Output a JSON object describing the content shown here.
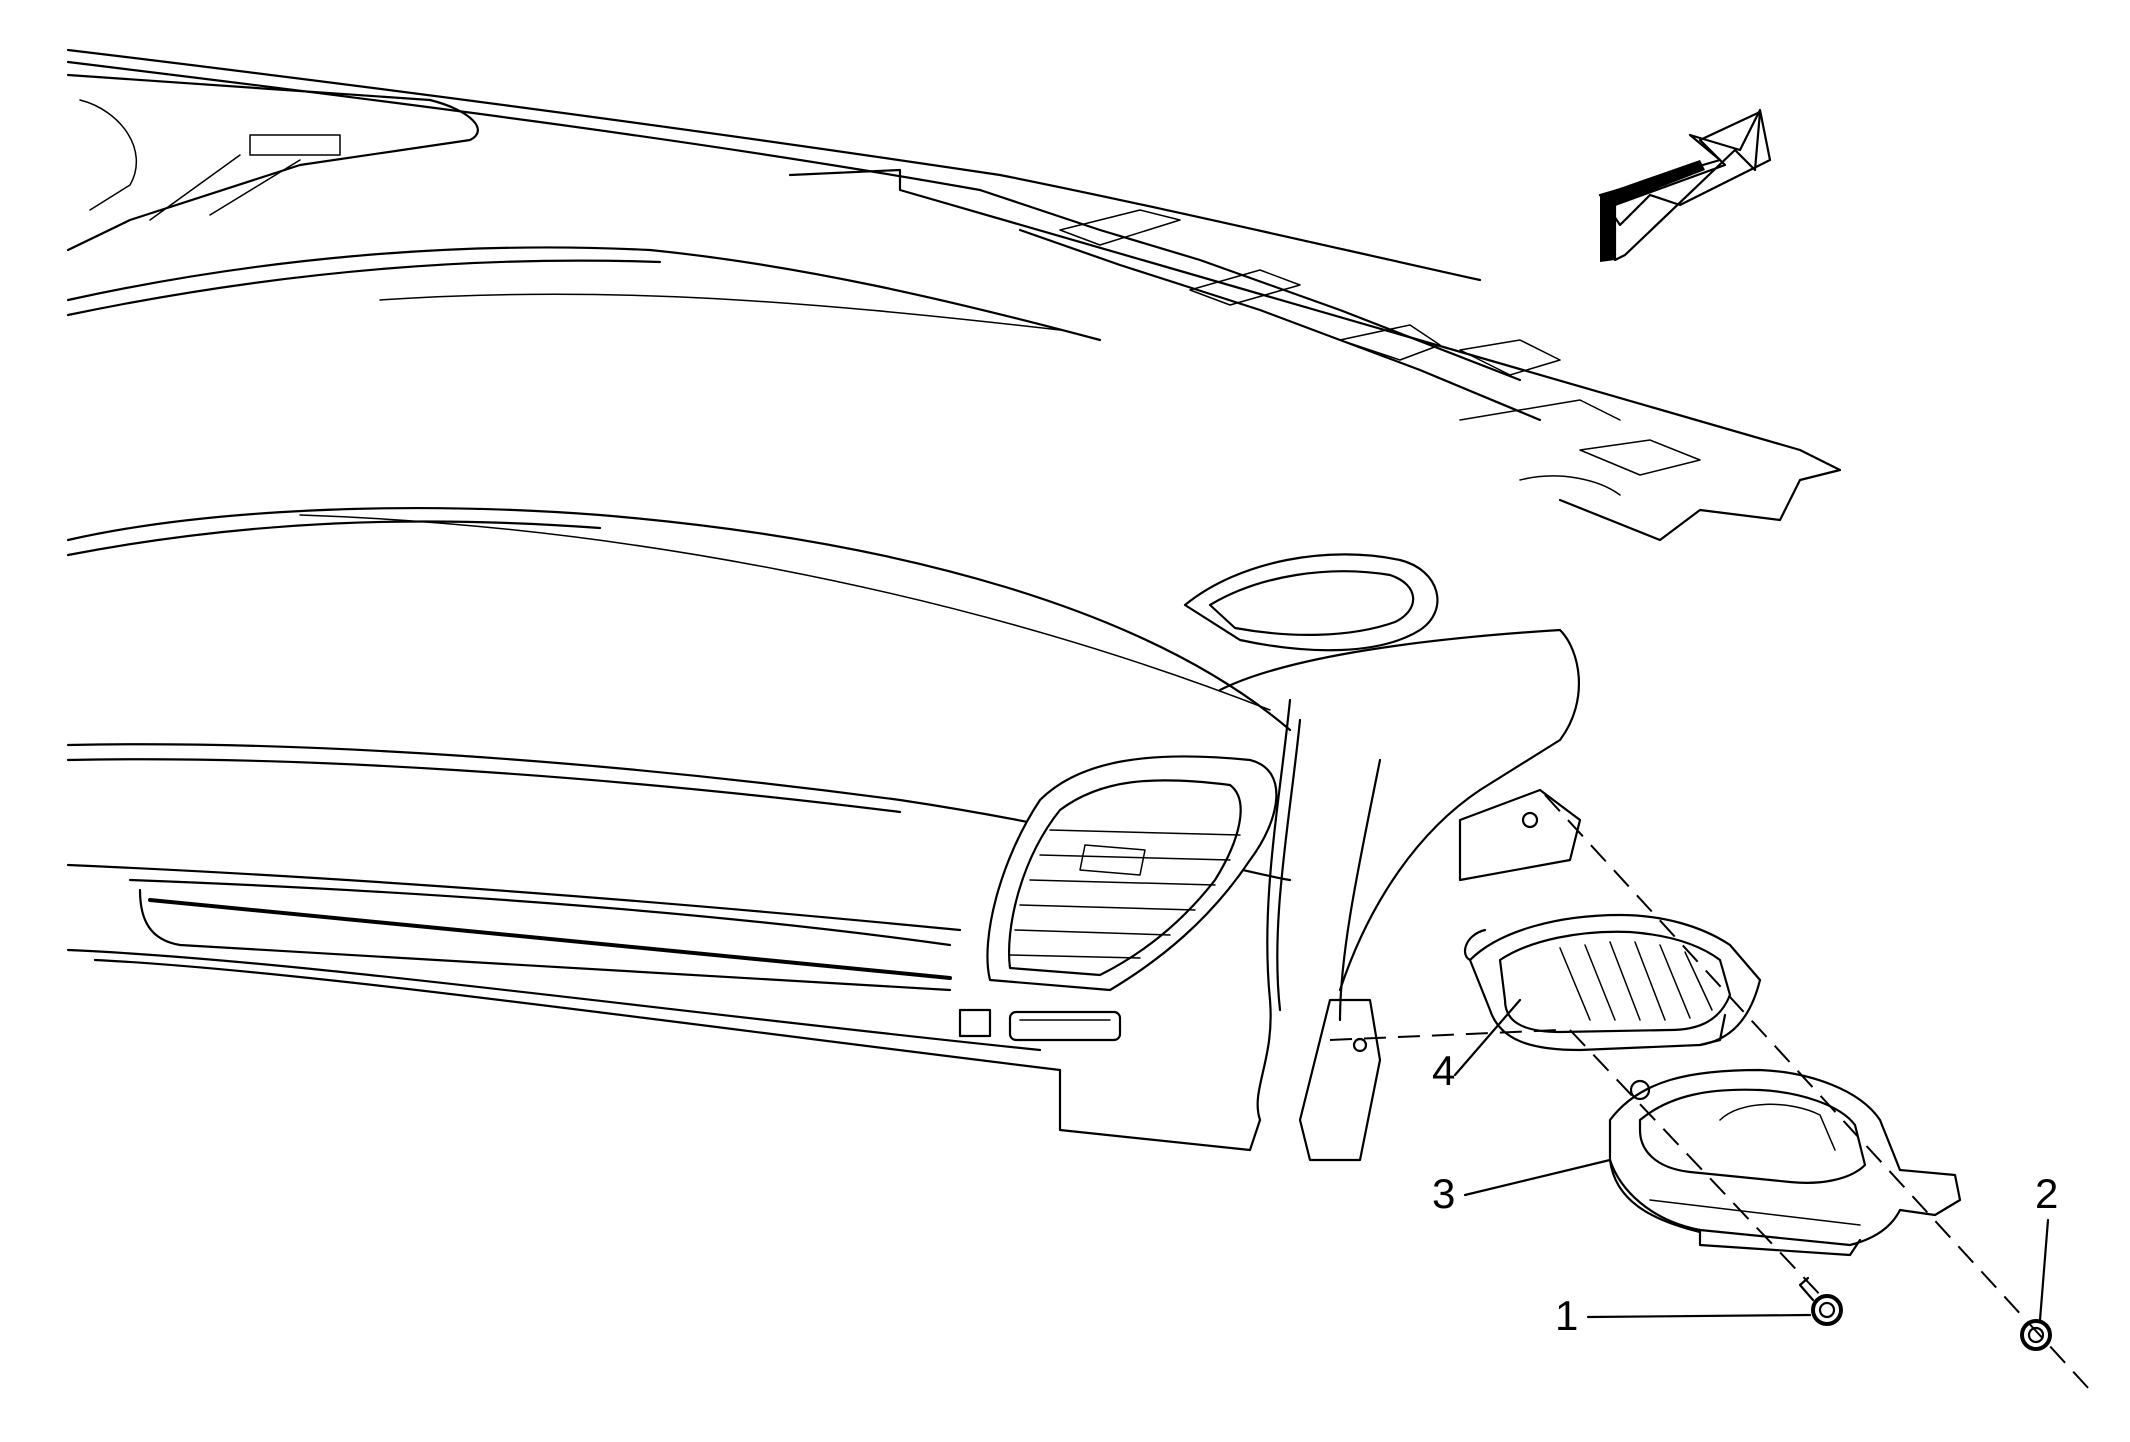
{
  "callouts": [
    {
      "number": "1",
      "name": "fastener-nut-1"
    },
    {
      "number": "2",
      "name": "fastener-nut-2"
    },
    {
      "number": "3",
      "name": "air-outlet-duct-housing"
    },
    {
      "number": "4",
      "name": "air-outlet-deflector-grille"
    }
  ],
  "icons": {
    "direction_arrow": "front-of-vehicle-arrow-icon"
  }
}
